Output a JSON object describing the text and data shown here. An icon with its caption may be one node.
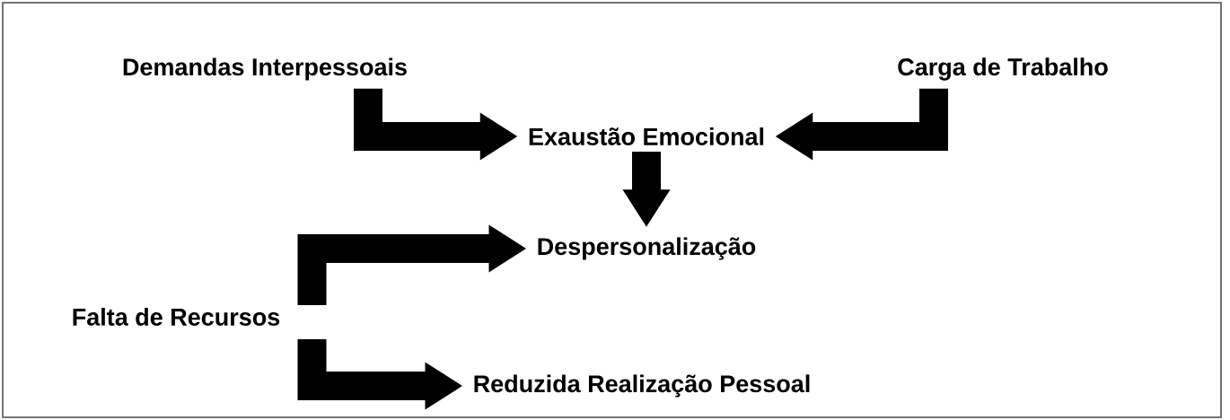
{
  "diagram": {
    "nodes": [
      {
        "text": [
          "Demandas Interpessoais"
        ]
      },
      {
        "text": [
          "Carga de Trabalho"
        ]
      },
      {
        "text": [
          "Exaustão Emocional"
        ]
      },
      {
        "text": [
          "Despersonalização"
        ]
      },
      {
        "text": [
          "Falta de Recursos"
        ]
      },
      {
        "text": [
          "Reduzida Realização Pessoal"
        ]
      }
    ],
    "edges": [
      {
        "from": 0,
        "to": 2,
        "arrow": "to"
      },
      {
        "from": 1,
        "to": 2,
        "arrow": "to"
      },
      {
        "from": 2,
        "to": 3,
        "arrow": "to"
      },
      {
        "from": 4,
        "to": 3,
        "arrow": "to"
      },
      {
        "from": 4,
        "to": 5,
        "arrow": "to"
      }
    ]
  }
}
